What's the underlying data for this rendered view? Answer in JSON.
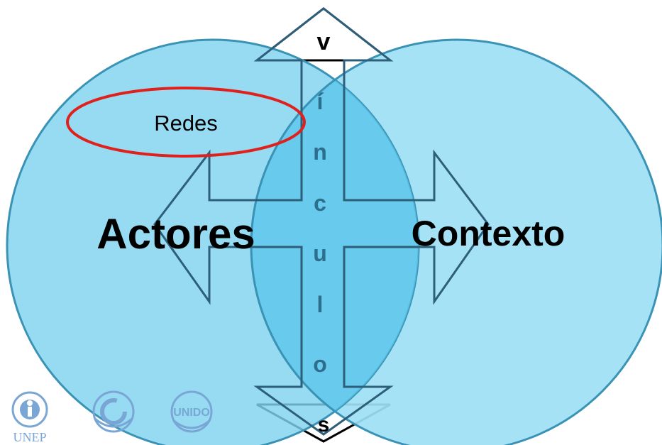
{
  "labels": {
    "left_circle": "Actores",
    "right_circle": "Contexto",
    "highlight_oval": "Redes"
  },
  "vertical_word": {
    "top_letter": "v",
    "letters": [
      "í",
      "n",
      "c",
      "u",
      "l",
      "o"
    ],
    "bottom_letter": "s"
  },
  "logos": [
    {
      "name": "UNEP",
      "caption": "UNEP",
      "icon": "unep-emblem-icon"
    },
    {
      "name": "Climate",
      "caption": "",
      "icon": "climate-convention-icon"
    },
    {
      "name": "UNIDO",
      "caption": "",
      "mark_text": "UNIDO",
      "icon": "unido-emblem-icon"
    }
  ],
  "colors": {
    "circle_fill": "#7fd3ef",
    "circle_stroke": "#3a93b5",
    "overlap_fill": "#5ec6ea",
    "oval_stroke": "#e0201c",
    "outline": "#000000",
    "logo_blue": "#7aa6d6"
  }
}
